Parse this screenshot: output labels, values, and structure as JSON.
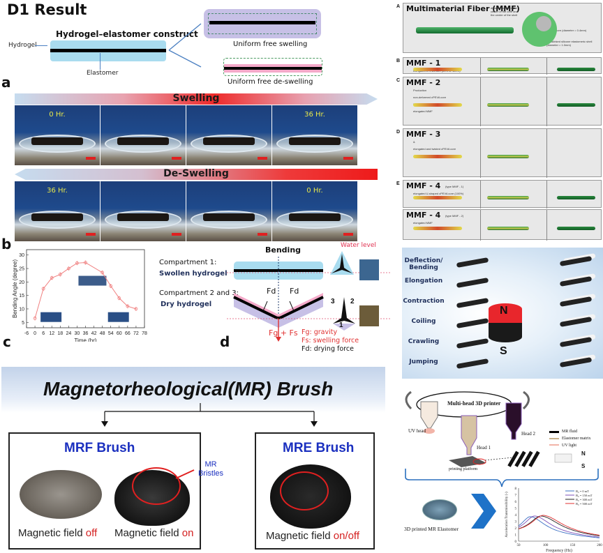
{
  "header": {
    "title": "D1 Result"
  },
  "construct_diagram": {
    "construct_title": "Hydrogel–elastomer construct",
    "hydrogel_label": "Hydrogel",
    "elastomer_label": "Elastomer",
    "swelling_label": "Uniform free swelling",
    "deswelling_label": "Uniform free de-swelling",
    "colors": {
      "hydrogel": "#a9dcef",
      "swollen": "#c7c0e6",
      "deswollen": "#f4a9c9",
      "elastomer": "#000000"
    }
  },
  "panel_a": {
    "letter": "a",
    "swelling_arrow": "Swelling",
    "deswelling_arrow": "De-Swelling",
    "swelling_photos": [
      {
        "time": "0 Hr."
      },
      {
        "time": ""
      },
      {
        "time": ""
      },
      {
        "time": "36 Hr."
      }
    ],
    "deswelling_photos": [
      {
        "time": "36 Hr."
      },
      {
        "time": ""
      },
      {
        "time": ""
      },
      {
        "time": "0 Hr."
      }
    ]
  },
  "panel_b": {
    "letter": "b"
  },
  "panel_c": {
    "letter": "c"
  },
  "panel_d": {
    "letter": "d",
    "bending_title": "Bending",
    "water_level": "Water level",
    "compartment1_title": "Compartment 1:",
    "compartment1_sub": "Swollen hydrogel",
    "compartment23_title": "Compartment 2 and 3:",
    "compartment23_sub": "Dry hydrogel",
    "fd_label": "Fd",
    "sum_label": "Fg + Fs",
    "legend": [
      {
        "symbol": "Fg",
        "desc": ": gravity",
        "color": "#e03030"
      },
      {
        "symbol": "Fs",
        "desc": ": swelling force",
        "color": "#e03030"
      },
      {
        "symbol": "Fd",
        "desc": ": drying force",
        "color": "#111111"
      }
    ],
    "triangle_labels": [
      "3",
      "2",
      "1"
    ]
  },
  "chart_data": {
    "type": "line",
    "title": "",
    "xlabel": "Time (hr)",
    "ylabel": "Bending  Angle (degree)",
    "x": [
      0,
      6,
      12,
      18,
      24,
      30,
      36,
      48,
      54,
      60,
      66,
      72
    ],
    "series": [
      {
        "name": "Bending angle",
        "values": [
          6.5,
          17.5,
          21.5,
          22.8,
          25.0,
          27.0,
          27.2,
          23.5,
          18.5,
          14.0,
          11.0,
          10.0
        ],
        "color": "#f08080"
      }
    ],
    "xlim": [
      -6,
      78
    ],
    "ylim": [
      3,
      32
    ],
    "xticks": [
      "-6",
      "0",
      "6",
      "12",
      "18",
      "24",
      "30",
      "36",
      "42",
      "48",
      "54",
      "60",
      "66",
      "72",
      "78"
    ],
    "yticks": [
      "5",
      "10",
      "15",
      "20",
      "25",
      "30"
    ],
    "grid": false,
    "legend": "none"
  },
  "mr_brush": {
    "title": "Magnetorheological(MR) Brush",
    "mrf": {
      "title": "MRF Brush",
      "left_caption": "Magnetic field",
      "left_state": "off",
      "right_caption": "Magnetic field",
      "right_state": "on"
    },
    "bristles_label_1": "MR",
    "bristles_label_2": "Bristles",
    "mre": {
      "title": "MRE Brush",
      "caption": "Magnetic field",
      "state": "on/off"
    }
  },
  "mmf_panel": {
    "rows": [
      {
        "letter": "A",
        "title": "Multimaterial Fiber (MMF)",
        "notes": [
          "distance between the center of the core and the center of the shell",
          "cPEVA core (diameter = 0.4mm)",
          "crosslinked silicone elastomeric shell (diameter = 1.0mm)"
        ]
      },
      {
        "letter": "B",
        "title": "MMF - 1",
        "notes": [
          "elongated cPEVA core (50% or 100%)"
        ]
      },
      {
        "letter": "C",
        "title": "MMF - 2",
        "notes": [
          "Production",
          "non-deformed cPEVA core",
          "Programming",
          "elongated MMF"
        ]
      },
      {
        "letter": "D",
        "title": "MMF - 3",
        "notes": [
          "&",
          "elongated and twisted cPEVA core"
        ]
      },
      {
        "letter": "E",
        "title": "MMF - 4",
        "subtitle": "(type MMF - 1)",
        "notes": [
          "elongated U-shaped cPEVA core (100%)"
        ]
      },
      {
        "letter": "",
        "title": "MMF - 4",
        "subtitle": "(type MMF - 2)",
        "notes": [
          "elongated MMF"
        ]
      }
    ]
  },
  "magnetic_actuation": {
    "labels": [
      "Deflection/ Bending",
      "Elongation",
      "Contraction",
      "Coiling",
      "Crawling",
      "Jumping"
    ],
    "magnet_north": "N",
    "magnet_south": "S"
  },
  "printer": {
    "title": "Multi-head 3D printer",
    "uv_head": "UV head",
    "head1": "Head 1",
    "head2": "Head 2",
    "legend": [
      {
        "label": "MR fluid",
        "color": "#000000"
      },
      {
        "label": "Elastomer matrix",
        "color": "#c8b08a"
      },
      {
        "label": "UV light",
        "color": "#f2b4a8"
      }
    ],
    "platform": "printing platform",
    "north": "N",
    "south": "S",
    "sample_caption": "3D printed MR Elastomer"
  },
  "transmissibility_chart": {
    "type": "line",
    "xlabel": "Frequency (Hz)",
    "ylabel": "Acceleration Transmissibility (-)",
    "xlim": [
      50,
      200
    ],
    "ylim": [
      0,
      8
    ],
    "xticks": [
      "50",
      "100",
      "150",
      "200"
    ],
    "yticks": [
      "0",
      "1",
      "2",
      "3",
      "4",
      "5",
      "6",
      "7",
      "8"
    ],
    "series": [
      {
        "name": "B₀ = 0 mT",
        "color": "#3a6fc4",
        "peak_x": 72,
        "peak_y": 3.7
      },
      {
        "name": "B₀ = 150 mT",
        "color": "#7b4fb8",
        "peak_x": 80,
        "peak_y": 3.8
      },
      {
        "name": "B₀ = 300 mT",
        "color": "#222222",
        "peak_x": 92,
        "peak_y": 3.8
      },
      {
        "name": "B₀ = 500 mT",
        "color": "#e03030",
        "peak_x": 96,
        "peak_y": 3.9
      }
    ]
  }
}
